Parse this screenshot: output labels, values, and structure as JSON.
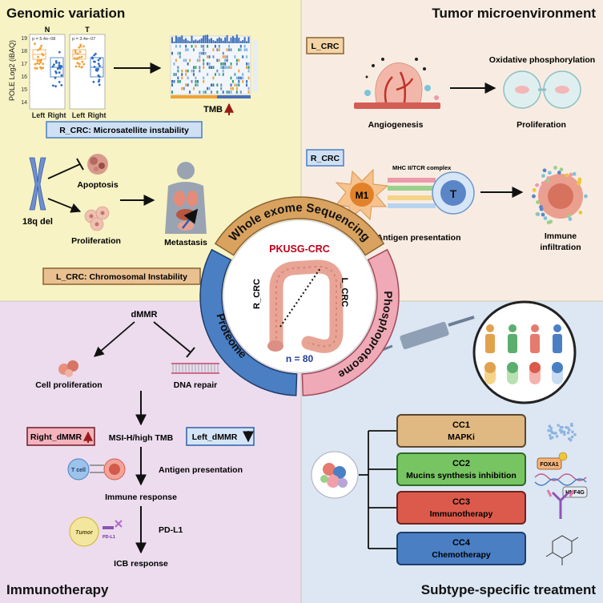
{
  "quadrants": {
    "genomic": {
      "title": "Genomic variation"
    },
    "tme": {
      "title": "Tumor microenvironment"
    },
    "immuno": {
      "title": "Immunotherapy"
    },
    "subtype": {
      "title": "Subtype-specific treatment"
    }
  },
  "genomic": {
    "plot": {
      "ylabel": "POLE Log2 (iBAQ)",
      "panel_n": "N",
      "panel_t": "T",
      "p_n": "p = 5.4e−08",
      "p_t": "p = 3.4e−07",
      "yticks": [
        "19",
        "18",
        "17",
        "16",
        "15",
        "14"
      ],
      "x_left": "Left",
      "x_right": "Right"
    },
    "tmb_label": "TMB",
    "msi_box": "R_CRC: Microsatellite instability",
    "chr_label": "18q del",
    "apoptosis": "Apoptosis",
    "proliferation": "Proliferation",
    "metastasis": "Metastasis",
    "cin_box": "L_CRC: Chromosomal Instability"
  },
  "tme": {
    "lcrc_tag": "L_CRC",
    "oxphos": "Oxidative phosphorylation",
    "angiogenesis": "Angiogenesis",
    "proliferation": "Proliferation",
    "rcrc_tag": "R_CRC",
    "mhc": "MHC II/TCR complex",
    "m1": "M1",
    "t": "T",
    "antigen": "Antigen presentation",
    "immune_infiltration_1": "Immune",
    "immune_infiltration_2": "infiltration"
  },
  "center": {
    "top_arc": "Whole exome Sequencing",
    "left_arc": "Proteome",
    "right_arc": "Phosphoproteome",
    "cohort": "PKUSG-CRC",
    "rcrc": "R_CRC",
    "lcrc": "L_CRC",
    "n": "n = 80"
  },
  "immuno": {
    "dmmr": "dMMR",
    "cell_prolif": "Cell proliferation",
    "dna_repair": "DNA repair",
    "msi_tmb": "MSI-H/high TMB",
    "right_dmmr": "Right_dMMR",
    "left_dmmr": "Left_dMMR",
    "antigen": "Antigen presentation",
    "immune_response": "Immune response",
    "pdl1": "PD-L1",
    "icb": "ICB response",
    "tumor_tag": "Tumor",
    "pdl1_tag": "PD-L1"
  },
  "subtype": {
    "cc": [
      {
        "id": "CC1",
        "label": "MAPKi",
        "color": "#e0b881",
        "border": "#5a4630"
      },
      {
        "id": "CC2",
        "label": "Mucins synthesis inhibition",
        "color": "#77c463",
        "border": "#2f6a25"
      },
      {
        "id": "CC3",
        "label": "Immunotherapy",
        "color": "#db5a4b",
        "border": "#6e221b"
      },
      {
        "id": "CC4",
        "label": "Chemotherapy",
        "color": "#4a7fc4",
        "border": "#1f3d6a"
      }
    ],
    "foxa1": "FOXA1",
    "hnf4g": "HNF4G"
  },
  "colors": {
    "genomic_bg": "#f7f3c4",
    "tme_bg": "#f8ece2",
    "immuno_bg": "#ecdcee",
    "subtype_bg": "#dce7f3",
    "arc_top": "#d9a35f",
    "arc_left": "#4a7fc4",
    "arc_right": "#f0a9b6",
    "accent_red": "#c0001a"
  }
}
